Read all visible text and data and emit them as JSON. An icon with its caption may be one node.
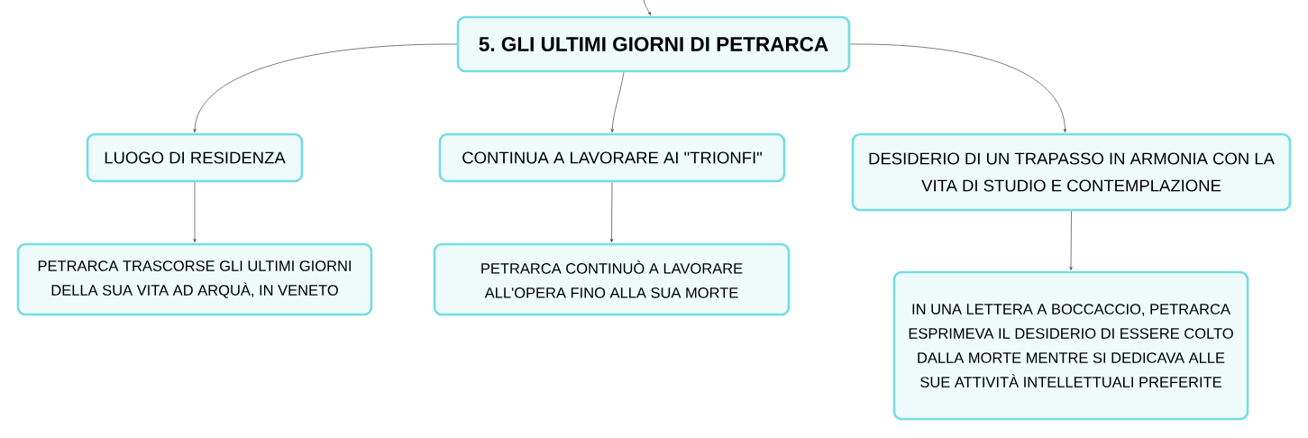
{
  "diagram": {
    "nodes": [
      {
        "text": [
          "5. GLI ULTIMI GIORNI DI PETRARCA"
        ]
      },
      {
        "text": [
          "LUOGO DI RESIDENZA"
        ]
      },
      {
        "text": [
          "CONTINUA A LAVORARE AI \"TRIONFI\""
        ]
      },
      {
        "text": [
          "DESIDERIO DI UN TRAPASSO IN ARMONIA CON LA VITA DI STUDIO E CONTEMPLAZIONE"
        ]
      },
      {
        "text": [
          "PETRARCA TRASCORSE GLI ULTIMI GIORNI DELLA SUA VITA AD ARQUÀ, IN VENETO"
        ]
      },
      {
        "text": [
          "PETRARCA CONTINUÒ A LAVORARE ALL'OPERA FINO ALLA SUA MORTE"
        ]
      },
      {
        "text": [
          "IN UNA LETTERA A BOCCACCIO, PETRARCA ESPRIMEVA IL DESIDERIO DI ESSERE COLTO DALLA MORTE MENTRE SI DEDICAVA ALLE SUE ATTIVITÀ INTELLETTUALI PREFERITE"
        ]
      }
    ],
    "edges": [
      {
        "from": null,
        "to": 0,
        "arrow": "to"
      },
      {
        "from": 0,
        "to": 1,
        "arrow": "to"
      },
      {
        "from": 0,
        "to": 2,
        "arrow": "to"
      },
      {
        "from": 0,
        "to": 3,
        "arrow": "to"
      },
      {
        "from": 1,
        "to": 4,
        "arrow": "to"
      },
      {
        "from": 2,
        "to": 5,
        "arrow": "to"
      },
      {
        "from": 3,
        "to": 6,
        "arrow": "to"
      }
    ]
  }
}
